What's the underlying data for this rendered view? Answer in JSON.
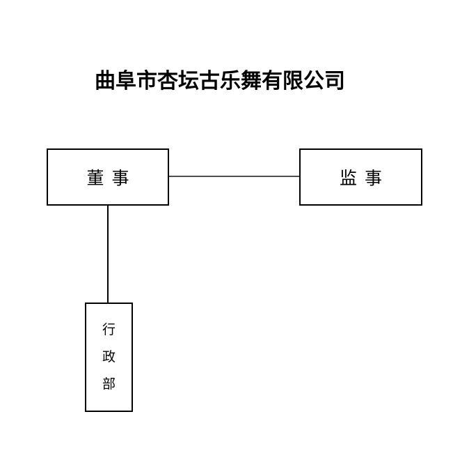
{
  "org_chart": {
    "title": "曲阜市杏坛古乐舞有限公司",
    "nodes": {
      "director": {
        "label": "董事"
      },
      "supervisor": {
        "label": "监事"
      },
      "admin": {
        "label": "行政部",
        "chars": [
          "行",
          "政",
          "部"
        ]
      }
    },
    "colors": {
      "background": "#ffffff",
      "box_border": "#000000",
      "text": "#000000",
      "connector": "#4d4d4d"
    },
    "layout_hint": "title top; director box left connects right to supervisor box and down to vertical admin department box"
  }
}
